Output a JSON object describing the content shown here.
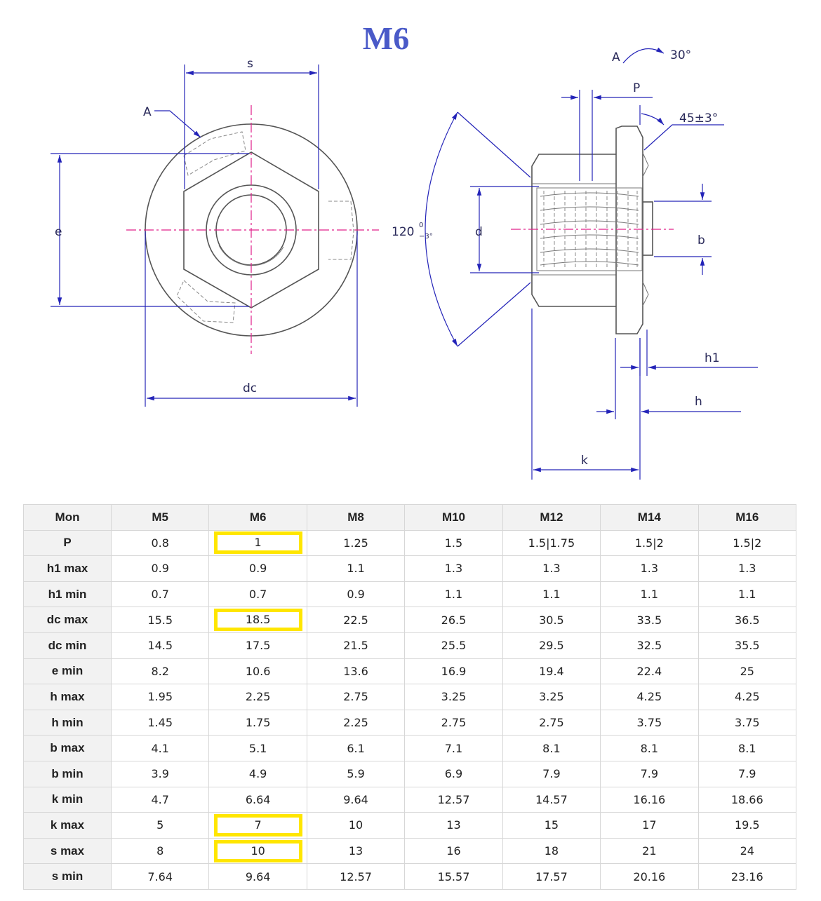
{
  "title": "M6",
  "drawing": {
    "labels": {
      "s": "s",
      "A": "A",
      "e": "e",
      "dc": "dc",
      "angle_120": "120",
      "tol_upper": "0",
      "tol_lower": "−3°",
      "d": "d",
      "A_rot": "A",
      "rot_angle": "30°",
      "P": "P",
      "chamfer": "45±3°",
      "b": "b",
      "h1": "h1",
      "h": "h",
      "k": "k"
    }
  },
  "table": {
    "columns": [
      "Mon",
      "M5",
      "M6",
      "M8",
      "M10",
      "M12",
      "M14",
      "M16"
    ],
    "highlight_color": "#ffe600",
    "rows": [
      {
        "label": "P",
        "values": [
          "0.8",
          "1",
          "1.25",
          "1.5",
          "1.5|1.75",
          "1.5|2",
          "1.5|2"
        ],
        "highlight": true
      },
      {
        "label": "h1 max",
        "values": [
          "0.9",
          "0.9",
          "1.1",
          "1.3",
          "1.3",
          "1.3",
          "1.3"
        ],
        "highlight": false
      },
      {
        "label": "h1 min",
        "values": [
          "0.7",
          "0.7",
          "0.9",
          "1.1",
          "1.1",
          "1.1",
          "1.1"
        ],
        "highlight": false
      },
      {
        "label": "dc max",
        "values": [
          "15.5",
          "18.5",
          "22.5",
          "26.5",
          "30.5",
          "33.5",
          "36.5"
        ],
        "highlight": true
      },
      {
        "label": "dc min",
        "values": [
          "14.5",
          "17.5",
          "21.5",
          "25.5",
          "29.5",
          "32.5",
          "35.5"
        ],
        "highlight": false
      },
      {
        "label": "e min",
        "values": [
          "8.2",
          "10.6",
          "13.6",
          "16.9",
          "19.4",
          "22.4",
          "25"
        ],
        "highlight": false
      },
      {
        "label": "h max",
        "values": [
          "1.95",
          "2.25",
          "2.75",
          "3.25",
          "3.25",
          "4.25",
          "4.25"
        ],
        "highlight": false
      },
      {
        "label": "h min",
        "values": [
          "1.45",
          "1.75",
          "2.25",
          "2.75",
          "2.75",
          "3.75",
          "3.75"
        ],
        "highlight": false
      },
      {
        "label": "b max",
        "values": [
          "4.1",
          "5.1",
          "6.1",
          "7.1",
          "8.1",
          "8.1",
          "8.1"
        ],
        "highlight": false
      },
      {
        "label": "b min",
        "values": [
          "3.9",
          "4.9",
          "5.9",
          "6.9",
          "7.9",
          "7.9",
          "7.9"
        ],
        "highlight": false
      },
      {
        "label": "k min",
        "values": [
          "4.7",
          "6.64",
          "9.64",
          "12.57",
          "14.57",
          "16.16",
          "18.66"
        ],
        "highlight": false
      },
      {
        "label": "k max",
        "values": [
          "5",
          "7",
          "10",
          "13",
          "15",
          "17",
          "19.5"
        ],
        "highlight": true
      },
      {
        "label": "s max",
        "values": [
          "8",
          "10",
          "13",
          "16",
          "18",
          "21",
          "24"
        ],
        "highlight": true
      },
      {
        "label": "s min",
        "values": [
          "7.64",
          "9.64",
          "12.57",
          "15.57",
          "17.57",
          "20.16",
          "23.16"
        ],
        "highlight": false
      }
    ]
  }
}
